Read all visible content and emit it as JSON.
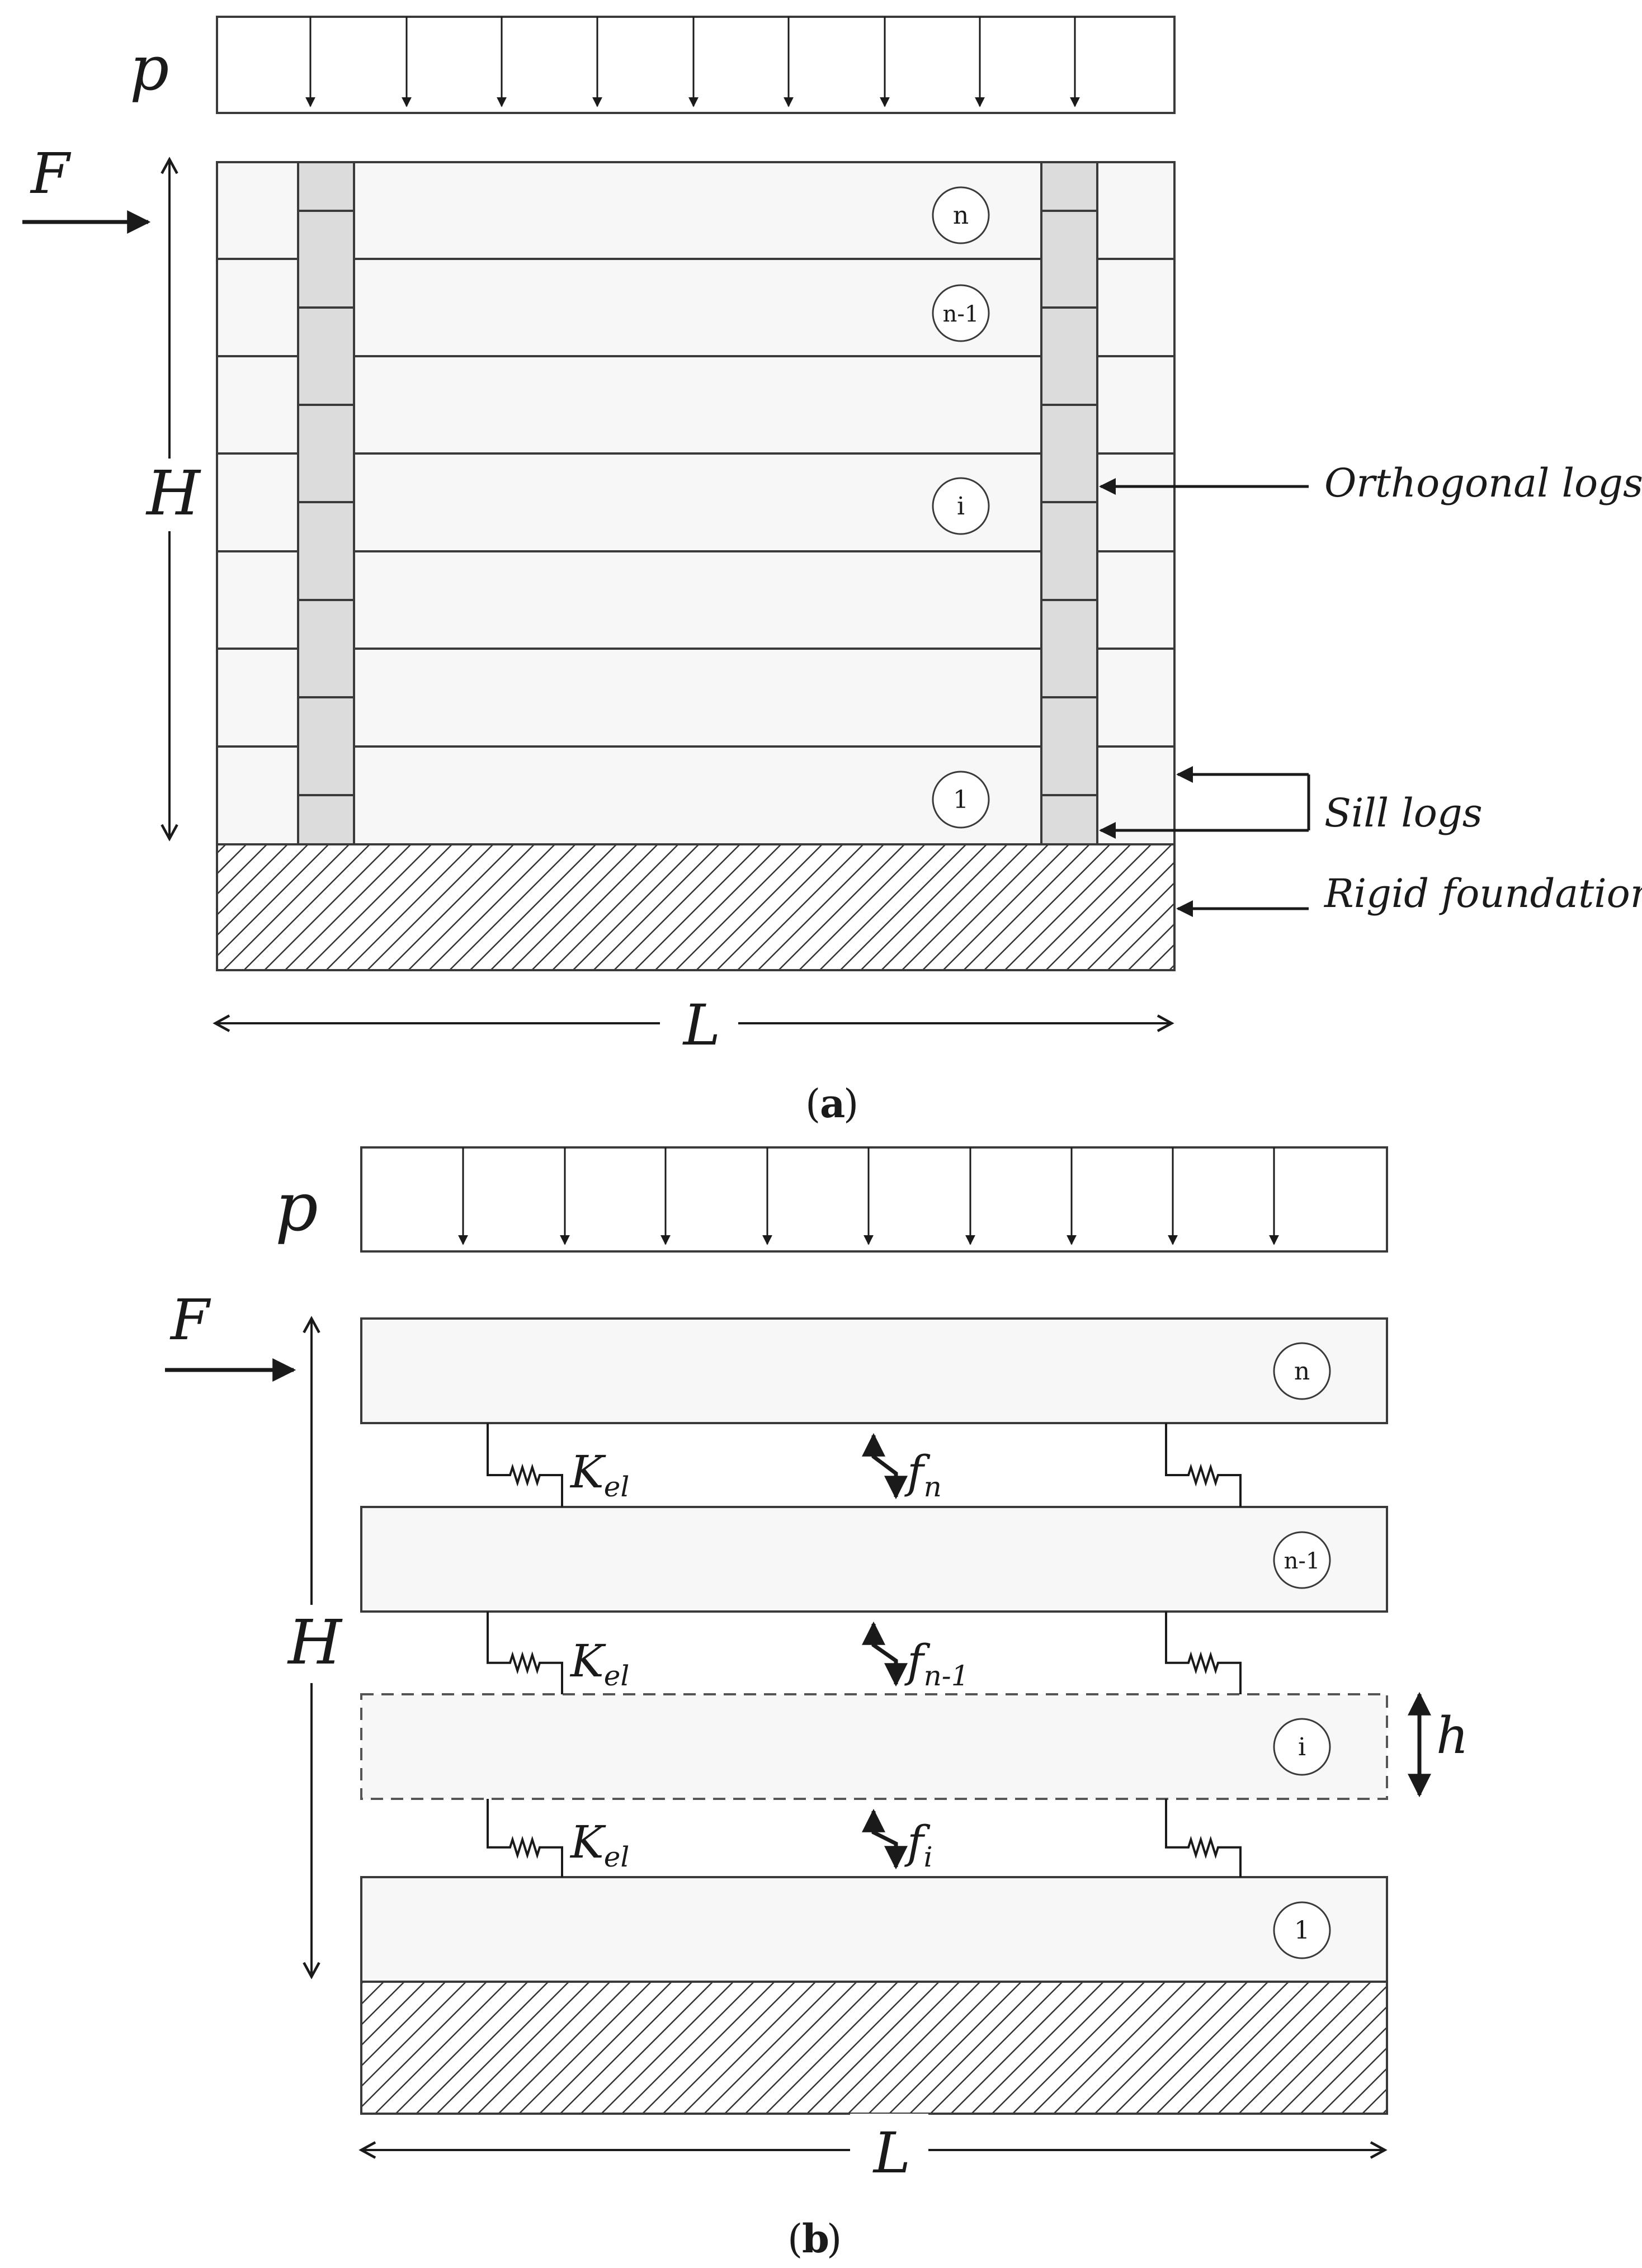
{
  "figure_a": {
    "load_label": "p",
    "force_label": "F",
    "height_label": "H",
    "length_label": "L",
    "log_labels": {
      "top": "n",
      "second": "n-1",
      "middle": "i",
      "bottom": "1"
    },
    "annotations": {
      "orthogonal": "Orthogonal logs",
      "sill": "Sill logs",
      "foundation": "Rigid foundation"
    },
    "caption_letter": "a"
  },
  "figure_b": {
    "load_label": "p",
    "force_label": "F",
    "height_label": "H",
    "length_label": "L",
    "log_height_label": "h",
    "log_labels": {
      "top": "n",
      "second": "n-1",
      "middle": "i",
      "bottom": "1"
    },
    "spring_label": "K",
    "spring_subscript": "el",
    "friction_label": "f",
    "friction_subscripts": [
      "n",
      "n-1",
      "i"
    ],
    "caption_letter": "b"
  }
}
